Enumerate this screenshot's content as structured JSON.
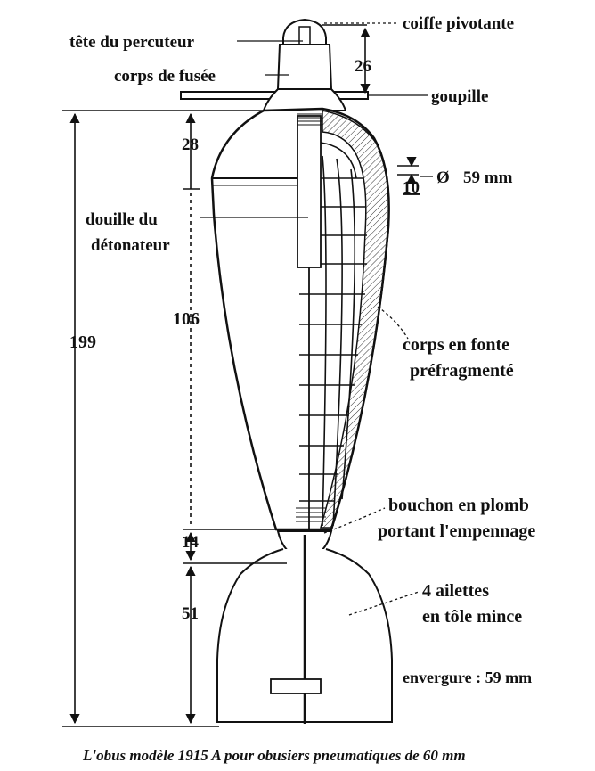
{
  "labels": {
    "tete_percuteur": "tête du percuteur",
    "coiffe_pivotante": "coiffe pivotante",
    "corps_fusee": "corps de fusée",
    "goupille": "goupille",
    "douille_line1": "douille du",
    "douille_line2": "détonateur",
    "diametre_symbol": "Ø",
    "diametre_value": "59 mm",
    "corps_line1": "corps en fonte",
    "corps_line2": "préfragmenté",
    "bouchon_line1": "bouchon en plomb",
    "bouchon_line2": "portant l'empennage",
    "ailettes_line1": "4 ailettes",
    "ailettes_line2": "en tôle mince",
    "envergure": "envergure : 59 mm"
  },
  "dimensions": {
    "coiffe_height": "26",
    "ogive": "28",
    "wall": "10",
    "total": "199",
    "body": "106",
    "plug": "14",
    "fins": "51"
  },
  "caption": "L'obus modèle 1915 A pour obusiers pneumatiques de 60 mm"
}
